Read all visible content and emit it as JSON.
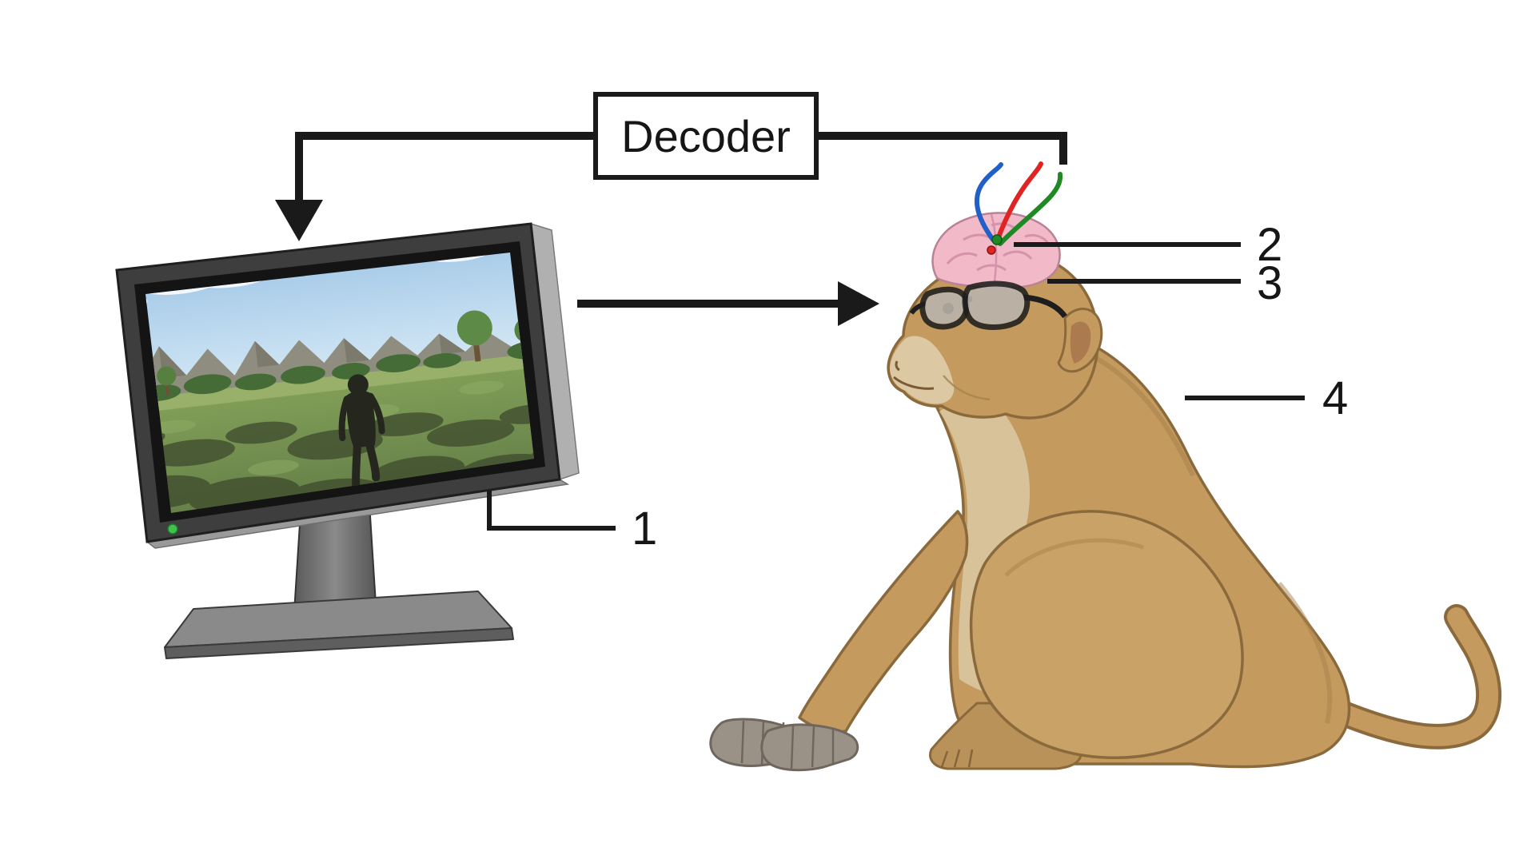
{
  "figure": {
    "decoder_label": "Decoder",
    "callout_monitor": "1",
    "callout_electrodes": "2",
    "callout_brain": "3",
    "callout_monkey": "4"
  },
  "colors": {
    "line_black": "#1a1a1a",
    "wire_blue": "#2060c8",
    "wire_red": "#e02424",
    "wire_green": "#1f8a24",
    "brain_pink": "#f2b9c8",
    "brain_lines": "#d493aa",
    "monkey_tan": "#c49a5e",
    "monkey_thigh": "#c9a267",
    "monkey_outline": "#8a6a3c",
    "monkey_light": "#dcc9a3",
    "hand_gray": "#9b9287",
    "led_green": "#3fc24f",
    "screen_sky": "#9cc4e6",
    "screen_grass": "#6f8c4c",
    "mountain_gray": "#8f8d80",
    "monitor_frame": "#3e3e3e"
  }
}
